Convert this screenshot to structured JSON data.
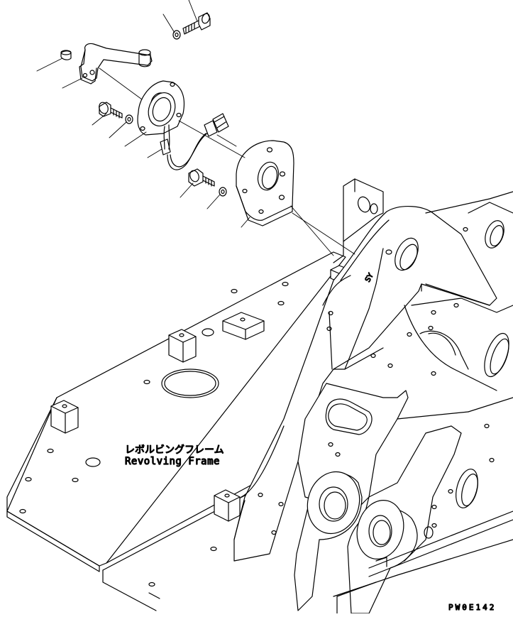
{
  "frame_label": {
    "japanese": "レボルビングフレーム",
    "english": "Revolving Frame"
  },
  "drawing_code": "PW0E142",
  "frame_mark": "SY"
}
